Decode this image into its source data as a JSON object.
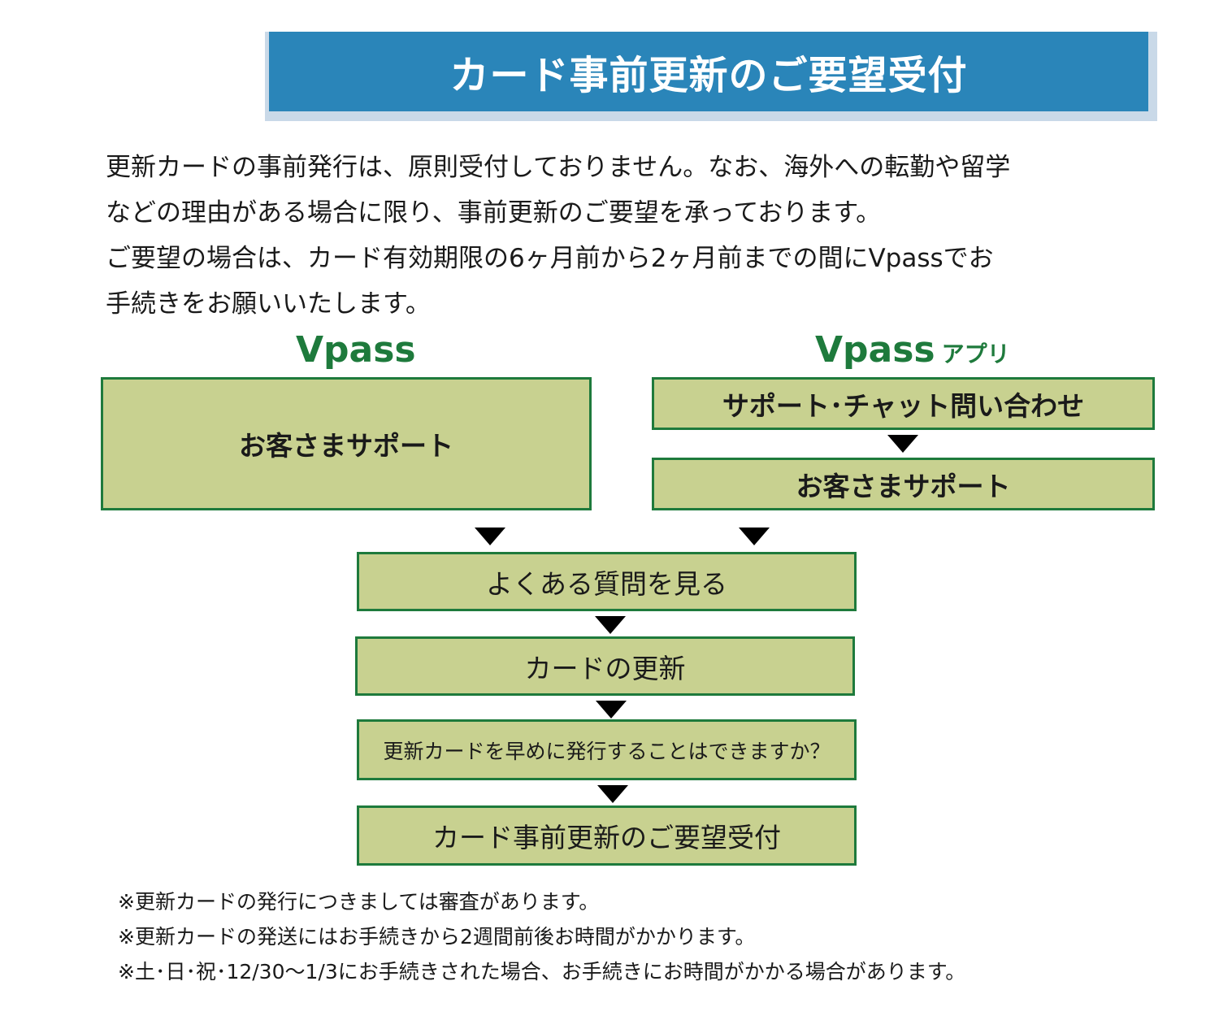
{
  "banner": {
    "title": "カード事前更新のご要望受付"
  },
  "intro": {
    "lines": [
      "更新カードの事前発行は、原則受付しておりません。なお、海外への転勤や留学",
      "などの理由がある場合に限り、事前更新のご要望を承っております。",
      "ご要望の場合は、カード有効期限の6ヶ月前から2ヶ月前までの間にVpassでお",
      "手続きをお願いいたします。"
    ]
  },
  "vpass": {
    "label": "Vpass",
    "step1": "お客さまサポート"
  },
  "vpass_app": {
    "label": "Vpass",
    "label_sub": "アプリ",
    "step1": "サポート･チャット問い合わせ",
    "step2": "お客さまサポート"
  },
  "flow": {
    "step_faq": "よくある質問を見る",
    "step_card_renewal": "カードの更新",
    "step_question": "更新カードを早めに発行することはできますか？",
    "step_request": "カード事前更新のご要望受付"
  },
  "notes": [
    "※更新カードの発行につきましては審査があります。",
    "※更新カードの発送にはお手続きから2週間前後お時間がかかります。",
    "※土･日･祝･12/30～1/3にお手続きされた場合、お手続きにお時間がかかる場合があります。"
  ],
  "colors": {
    "banner_bg": "#2a85b9",
    "box_fill": "#c8d190",
    "box_border": "#1e7a3c",
    "brand_green": "#1e7a3c"
  }
}
